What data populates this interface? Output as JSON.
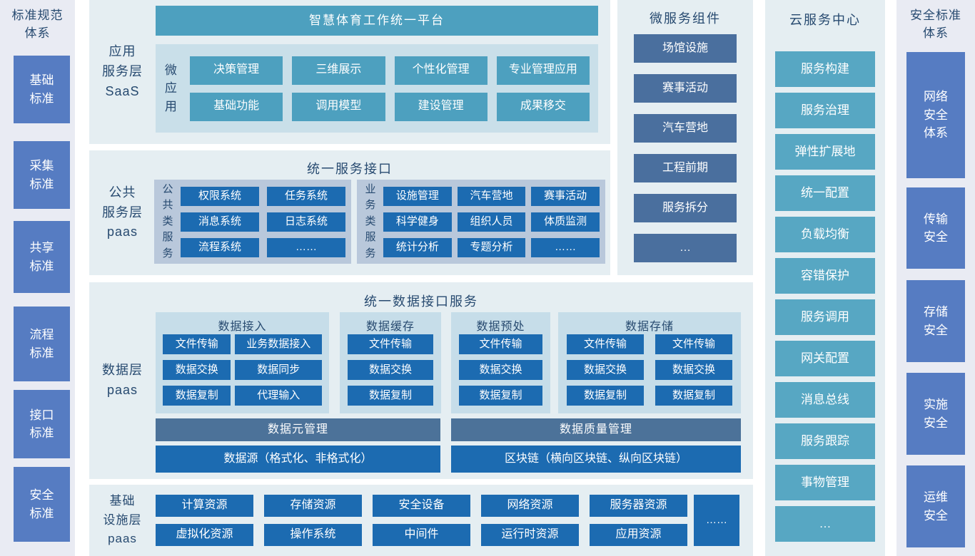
{
  "colors": {
    "navy_text": "#274a70",
    "teal": "#4da0bf",
    "cloud_teal": "#57a7c3",
    "deep_blue": "#1c6bb1",
    "slate_bar": "#4c7299",
    "micro_slate": "#4a6f9e",
    "sidebar_box_blue": "#567cc2",
    "main_panel_bg": "#e5eef2",
    "sidebar_panel_bg": "#e9ebf3",
    "saas_inner_bg": "#c9dfe9",
    "service_group_bg": "#b9c8db",
    "data_group_bg": "#c6dde9"
  },
  "left_sidebar": {
    "title": "标准规范体系",
    "items": [
      "基础标准",
      "采集标准",
      "共享标准",
      "流程标准",
      "接口标准",
      "安全标准"
    ]
  },
  "app_layer": {
    "label": [
      "应用",
      "服务层",
      "SaaS"
    ],
    "platform_title": "智慧体育工作统一平台",
    "micro_app_label": "微应用",
    "apps": [
      "决策管理",
      "三维展示",
      "个性化管理",
      "专业管理应用",
      "基础功能",
      "调用模型",
      "建设管理",
      "成果移交"
    ]
  },
  "public_layer": {
    "label": [
      "公共",
      "服务层",
      "paas"
    ],
    "header": "统一服务接口",
    "common": {
      "label": "公共类服务",
      "items": [
        "权限系统",
        "任务系统",
        "消息系统",
        "日志系统",
        "流程系统",
        "……"
      ]
    },
    "business": {
      "label": "业务类服务",
      "items": [
        "设施管理",
        "汽车营地",
        "赛事活动",
        "科学健身",
        "组织人员",
        "体质监测",
        "统计分析",
        "专题分析",
        "……"
      ]
    }
  },
  "data_layer": {
    "label": [
      "数据层",
      "paas"
    ],
    "header": "统一数据接口服务",
    "groups": [
      {
        "title": "数据接入",
        "items": [
          "文件传输",
          "业务数据接入",
          "数据交换",
          "数据同步",
          "数据复制",
          "代理输入"
        ]
      },
      {
        "title": "数据缓存",
        "items": [
          "文件传输",
          "数据交换",
          "数据复制"
        ]
      },
      {
        "title": "数据预处",
        "items": [
          "文件传输",
          "数据交换",
          "数据复制"
        ]
      },
      {
        "title": "数据存储",
        "items": [
          "文件传输",
          "文件传输",
          "数据交换",
          "数据交换",
          "数据复制",
          "数据复制"
        ]
      }
    ],
    "management_bars": [
      "数据元管理",
      "数据质量管理"
    ],
    "source_bars": [
      "数据源（格式化、非格式化）",
      "区块链（横向区块链、纵向区块链）"
    ]
  },
  "infra_layer": {
    "label": [
      "基础",
      "设施层",
      "paas"
    ],
    "row1": [
      "计算资源",
      "存储资源",
      "安全设备",
      "网络资源",
      "服务器资源"
    ],
    "row2": [
      "虚拟化资源",
      "操作系统",
      "中间件",
      "运行时资源",
      "应用资源"
    ],
    "more": "……"
  },
  "microservices": {
    "title": "微服务组件",
    "items": [
      "场馆设施",
      "赛事活动",
      "汽车营地",
      "工程前期",
      "服务拆分",
      "…"
    ]
  },
  "cloud_center": {
    "title": "云服务中心",
    "items": [
      "服务构建",
      "服务治理",
      "弹性扩展地",
      "统一配置",
      "负载均衡",
      "容错保护",
      "服务调用",
      "网关配置",
      "消息总线",
      "服务跟踪",
      "事物管理",
      "…"
    ]
  },
  "security_sidebar": {
    "title": "安全标准体系",
    "items": [
      "网络安全体系",
      "传输安全",
      "存储安全",
      "实施安全",
      "运维安全"
    ]
  }
}
